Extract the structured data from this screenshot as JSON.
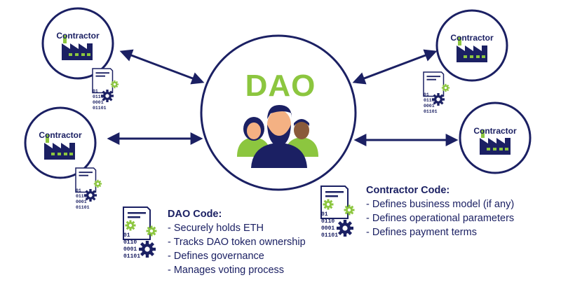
{
  "colors": {
    "navy": "#1b2063",
    "green": "#8cc63f",
    "skin": "#f4b183",
    "dark_skin": "#8a5a3b"
  },
  "dao": {
    "title": "DAO"
  },
  "contractors": [
    {
      "label": "Contractor"
    },
    {
      "label": "Contractor"
    },
    {
      "label": "Contractor"
    },
    {
      "label": "Contractor"
    }
  ],
  "binary_lines": [
    "01",
    "0110",
    "0001",
    "01101"
  ],
  "dao_code": {
    "heading": "DAO Code:",
    "items": [
      "- Securely holds ETH",
      "- Tracks DAO token ownership",
      "- Defines governance",
      "- Manages voting process"
    ]
  },
  "contractor_code": {
    "heading": "Contractor Code:",
    "items": [
      "- Defines business model (if any)",
      "- Defines operational parameters",
      "- Defines payment terms"
    ]
  }
}
